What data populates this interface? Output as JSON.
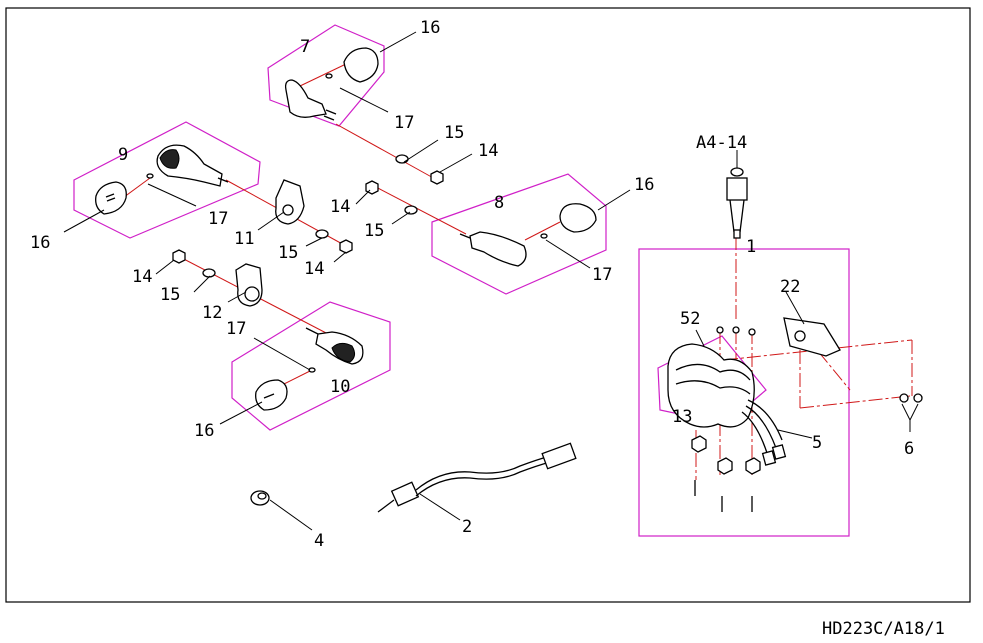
{
  "drawing_code": "HD223C/A18/1",
  "callouts": {
    "c1": "1",
    "c2": "2",
    "c4": "4",
    "c5": "5",
    "c6": "6",
    "c7": "7",
    "c8": "8",
    "c9": "9",
    "c10": "10",
    "c11": "11",
    "c12": "12",
    "c13": "13",
    "c14a": "14",
    "c14b": "14",
    "c14c": "14",
    "c14d": "14",
    "c15a": "15",
    "c15b": "15",
    "c15c": "15",
    "c15d": "15",
    "c16a": "16",
    "c16b": "16",
    "c16c": "16",
    "c16d": "16",
    "c17a": "17",
    "c17b": "17",
    "c17c": "17",
    "c17d": "17",
    "c22": "22",
    "c52": "52",
    "cA4": "A4-14"
  },
  "colors": {
    "group_outline": "#d020c8",
    "assembly_line": "#d01818",
    "ink": "#000000"
  }
}
